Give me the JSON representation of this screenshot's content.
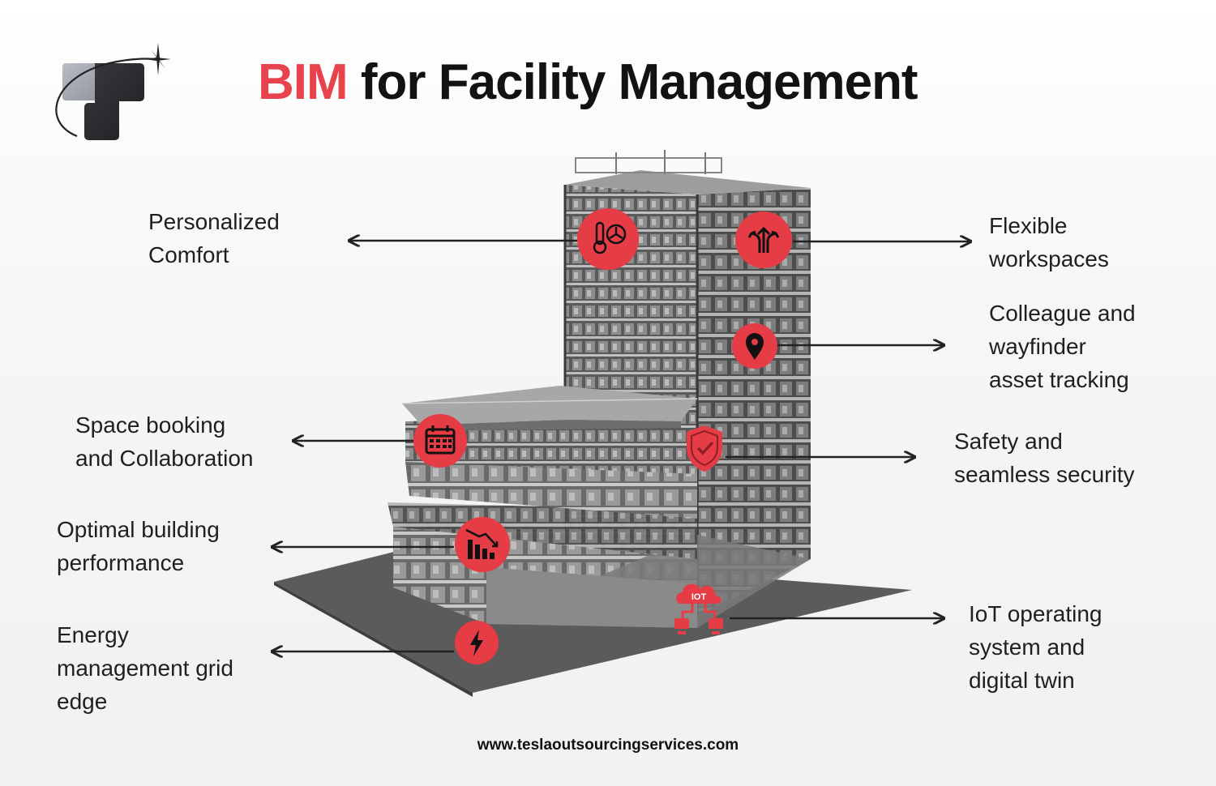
{
  "title": {
    "accent": "BIM",
    "rest": " for Facility Management"
  },
  "features": [
    {
      "id": "personalized-comfort",
      "lines": [
        "Personalized",
        "Comfort"
      ],
      "icon": "thermometer-fan-icon"
    },
    {
      "id": "flexible-workspaces",
      "lines": [
        "Flexible",
        "workspaces"
      ],
      "icon": "split-arrows-icon"
    },
    {
      "id": "colleague-wayfinder",
      "lines": [
        "Colleague and",
        "wayfinder",
        "asset tracking"
      ],
      "icon": "location-pin-icon"
    },
    {
      "id": "space-booking",
      "lines": [
        "Space booking",
        "and Collaboration"
      ],
      "icon": "calendar-icon"
    },
    {
      "id": "safety-security",
      "lines": [
        "Safety and",
        "seamless security"
      ],
      "icon": "shield-check-icon"
    },
    {
      "id": "building-performance",
      "lines": [
        "Optimal building",
        "performance"
      ],
      "icon": "bar-chart-down-icon"
    },
    {
      "id": "energy-management",
      "lines": [
        "Energy",
        "management grid",
        "edge"
      ],
      "icon": "lightning-icon"
    },
    {
      "id": "iot-twin",
      "lines": [
        "IoT operating",
        "system and",
        "digital twin"
      ],
      "icon": "iot-cloud-icon",
      "badge": "IOT"
    }
  ],
  "footer": "www.teslaoutsourcingservices.com",
  "colors": {
    "accent": "#e8434c",
    "icon_bg": "#e63c46",
    "text": "#1f1f1f",
    "building": "#4a4a4a",
    "slab": "#5d5d5d"
  }
}
